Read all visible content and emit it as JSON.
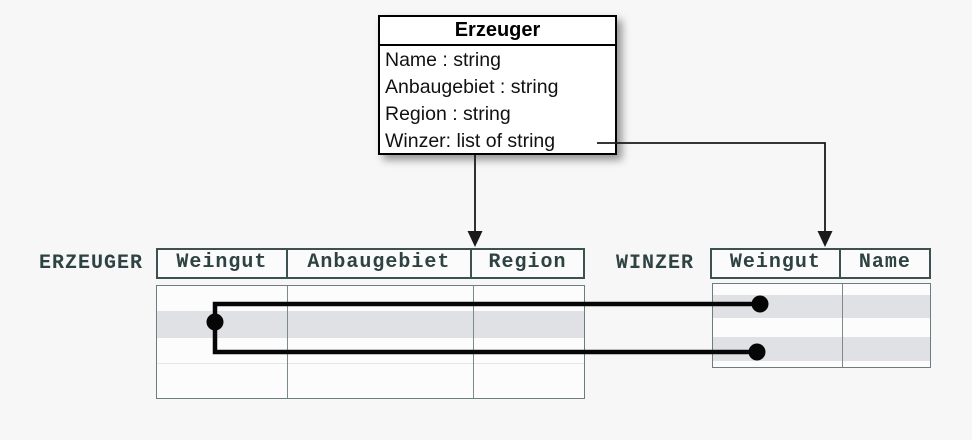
{
  "class_box": {
    "title": "Erzeuger",
    "attributes": [
      "Name : string",
      "Anbaugebiet : string",
      "Region : string",
      "Winzer: list of string"
    ]
  },
  "tables": {
    "erzeuger": {
      "label": "ERZEUGER",
      "columns": [
        "Weingut",
        "Anbaugebiet",
        "Region"
      ]
    },
    "winzer": {
      "label": "WINZER",
      "columns": [
        "Weingut",
        "Name"
      ]
    }
  },
  "colors": {
    "background": "#f7f7f7",
    "class_border": "#000000",
    "table_header_border": "#3d5151",
    "table_body_border": "#6d7d7d",
    "table_text": "#2e4242",
    "row_highlight": "#e0e1e5",
    "connector": "#000000"
  }
}
